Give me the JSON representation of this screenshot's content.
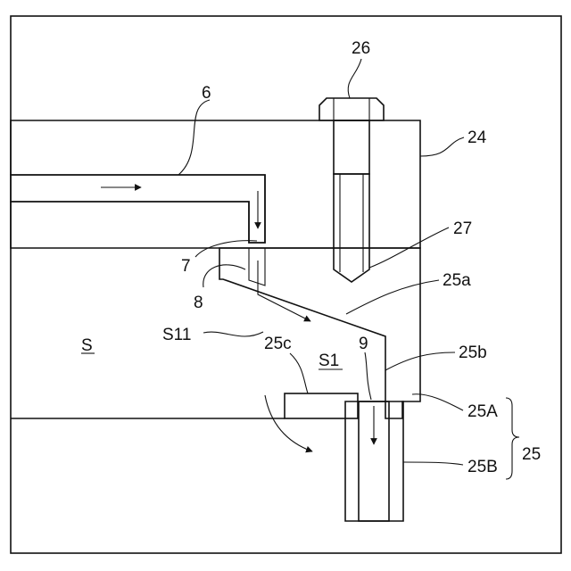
{
  "labels": {
    "ref_6": "6",
    "ref_26": "26",
    "ref_24": "24",
    "ref_27": "27",
    "ref_7": "7",
    "ref_8": "8",
    "ref_25a": "25a",
    "ref_S": "S",
    "ref_S11": "S11",
    "ref_25c": "25c",
    "ref_S1": "S1",
    "ref_9": "9",
    "ref_25b": "25b",
    "ref_25A": "25A",
    "ref_25": "25",
    "ref_25B": "25B"
  }
}
